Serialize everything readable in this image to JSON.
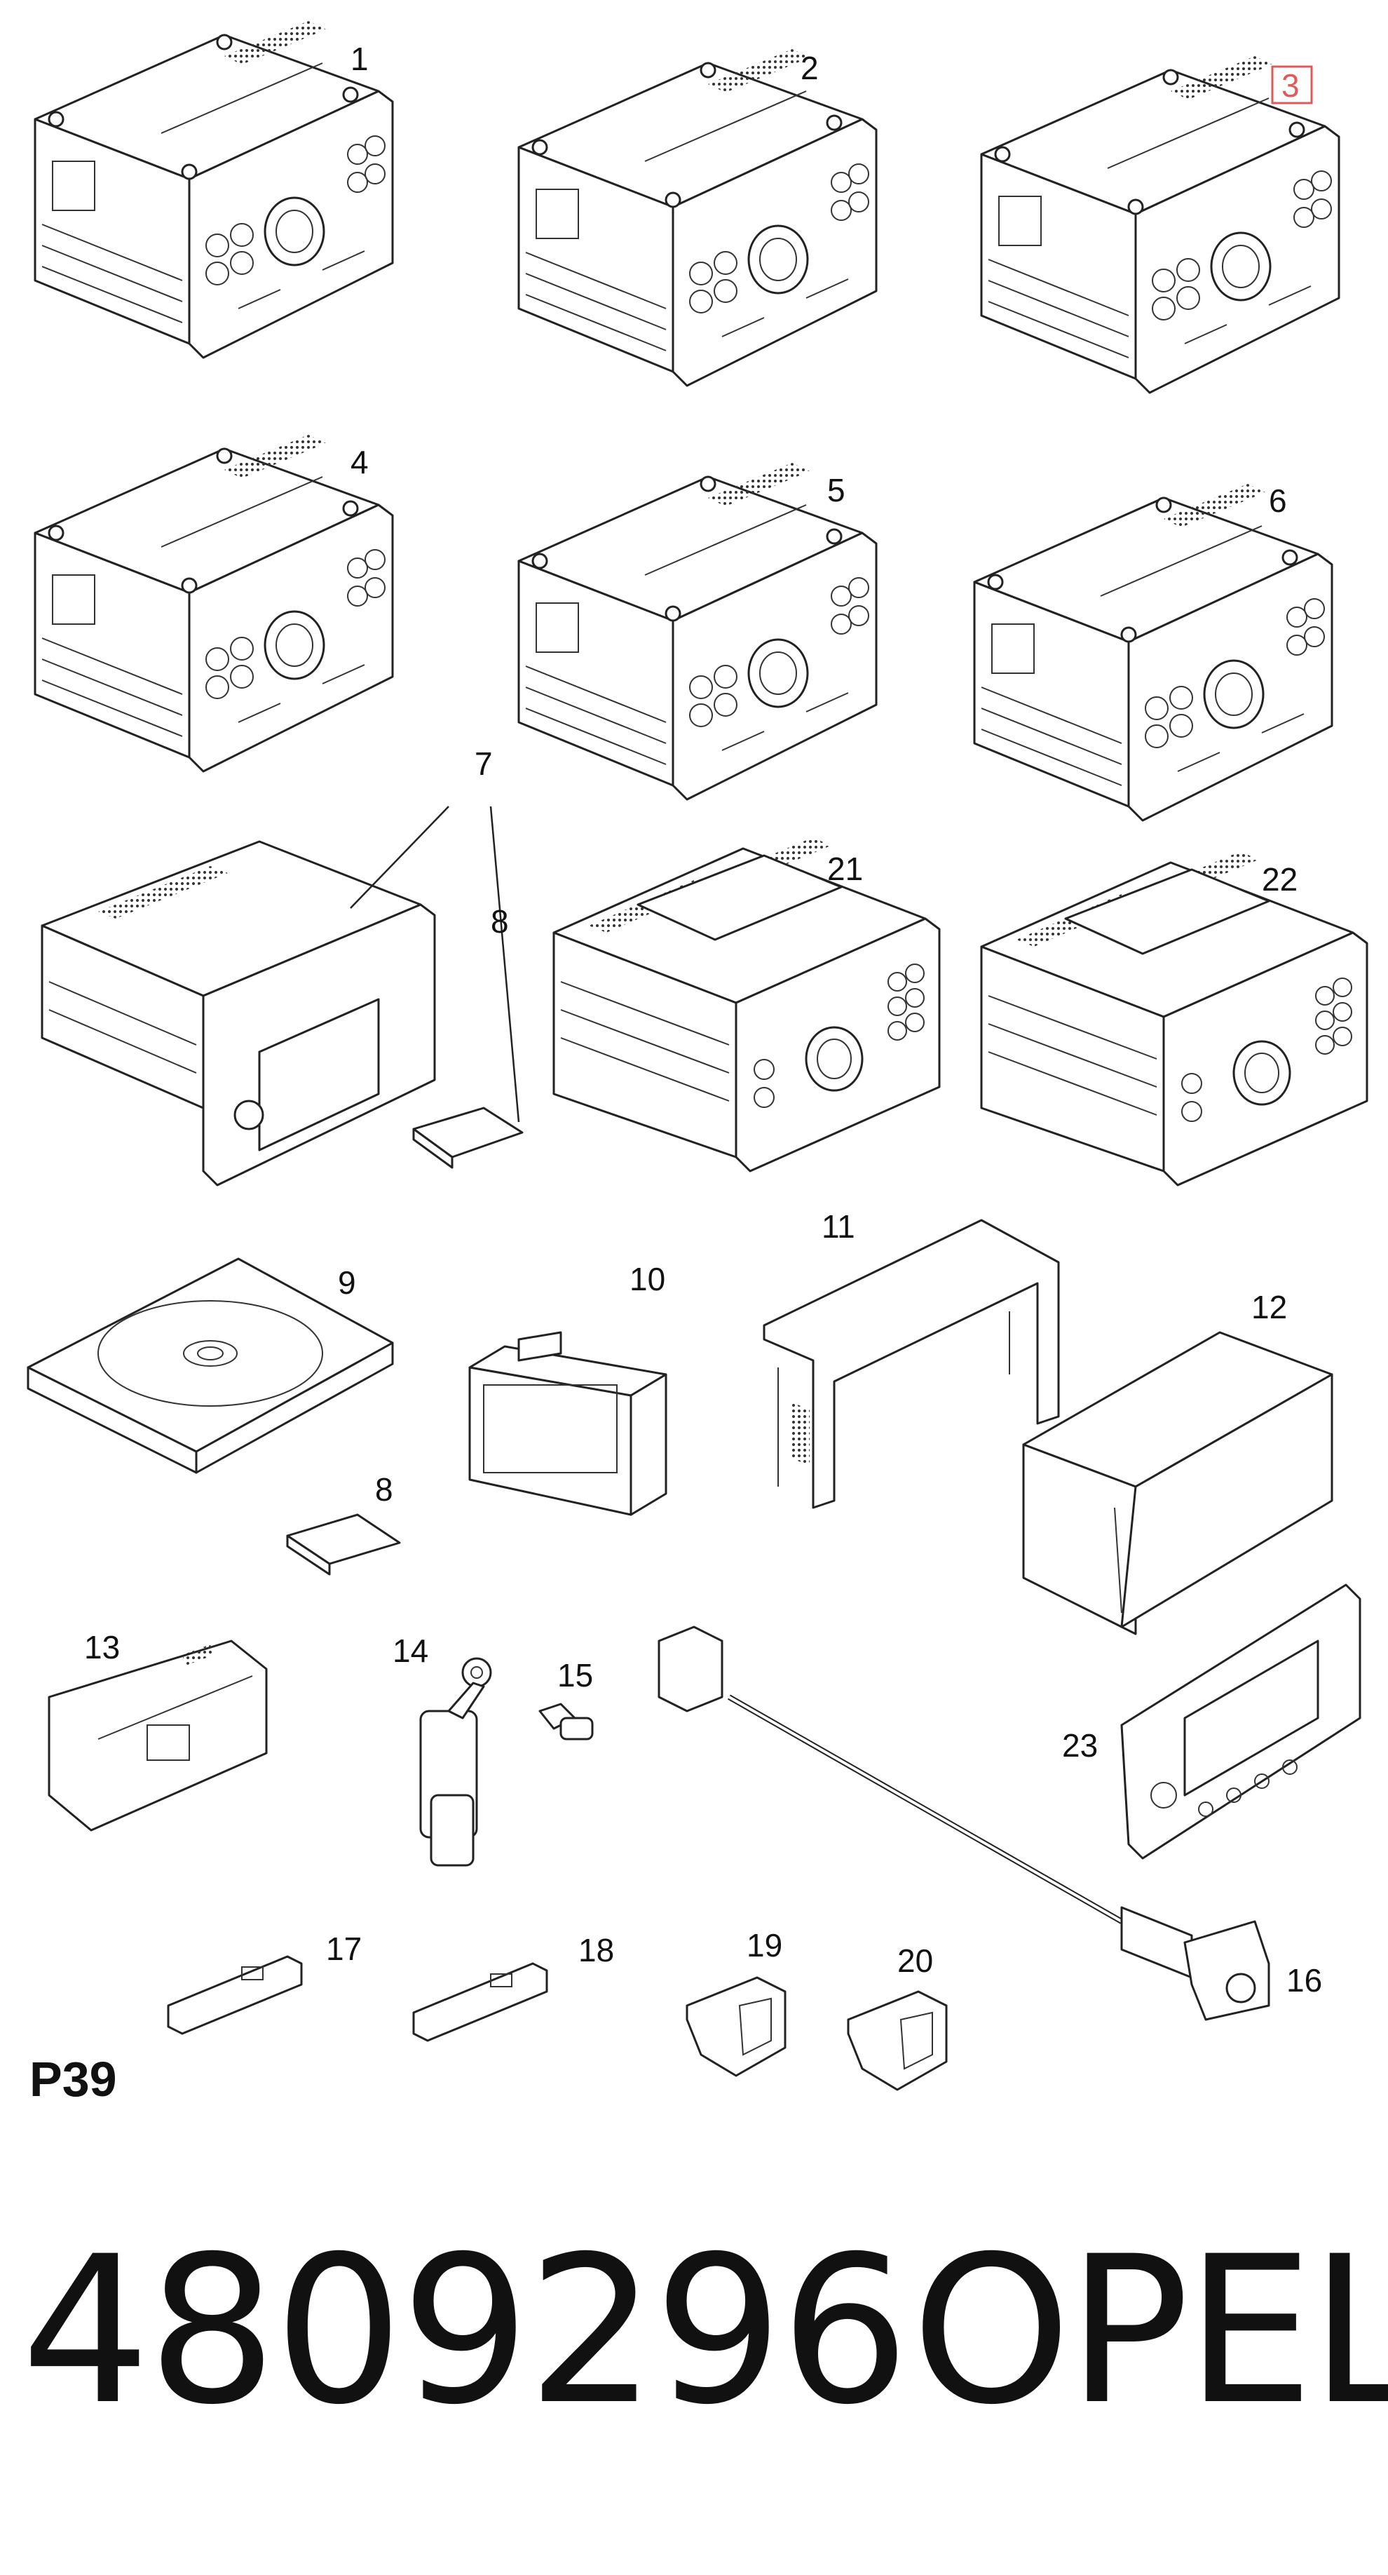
{
  "callouts": [
    "1",
    "2",
    "3",
    "4",
    "5",
    "6",
    "7",
    "8",
    "21",
    "22",
    "9",
    "10",
    "11",
    "12",
    "8",
    "13",
    "14",
    "15",
    "23",
    "17",
    "18",
    "19",
    "20",
    "16"
  ],
  "highlight_color": "#e05a5a",
  "diagram_label": "P39",
  "part_number": "4809296",
  "brand": "OPEL"
}
